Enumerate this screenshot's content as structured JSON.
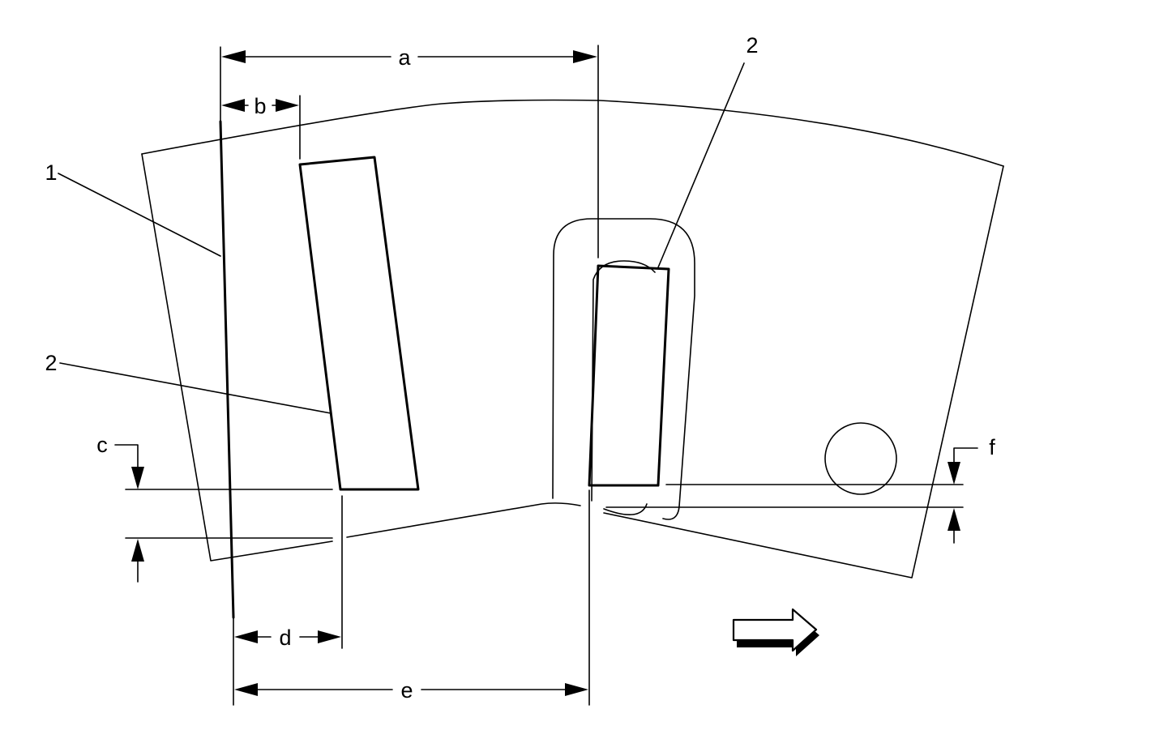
{
  "labels": {
    "a": "a",
    "b": "b",
    "c": "c",
    "d": "d",
    "e": "e",
    "f": "f",
    "callout_1": "1",
    "callout_2_left": "2",
    "callout_2_right": "2"
  },
  "icons": {
    "direction_arrow": "right-arrow-icon"
  }
}
